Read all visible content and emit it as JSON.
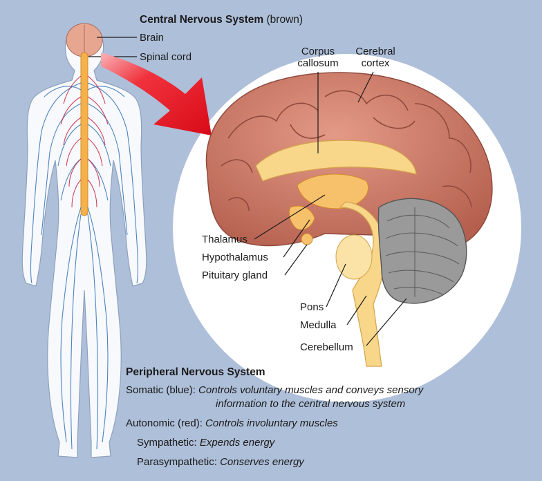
{
  "cns": {
    "title": "Central Nervous System",
    "title_note": "(brown)",
    "brain": "Brain",
    "spinal_cord": "Spinal cord"
  },
  "brain_labels": {
    "corpus_1": "Corpus",
    "corpus_2": "callosum",
    "cortex_1": "Cerebral",
    "cortex_2": "cortex",
    "thalamus": "Thalamus",
    "hypothalamus": "Hypothalamus",
    "pituitary": "Pituitary gland",
    "pons": "Pons",
    "medulla": "Medulla",
    "cerebellum": "Cerebellum"
  },
  "pns": {
    "title": "Peripheral Nervous System",
    "somatic_key": "Somatic (blue):",
    "somatic_desc_1": "Controls voluntary muscles and conveys sensory",
    "somatic_desc_2": "information to the central nervous system",
    "autonomic_key": "Autonomic (red):",
    "autonomic_desc": "Controls involuntary muscles",
    "sympathetic_key": "Sympathetic:",
    "sympathetic_desc": "Expends energy",
    "parasympathetic_key": "Parasympathetic:",
    "parasympathetic_desc": "Conserves energy"
  },
  "colors": {
    "background": "#aebfd9",
    "somatic_nerves": "#2f6fb5",
    "autonomic_nerves": "#c8102e",
    "cns_brown": "#c9786a",
    "spinal_cord": "#f5b24a",
    "arrow": "#e8101c"
  }
}
